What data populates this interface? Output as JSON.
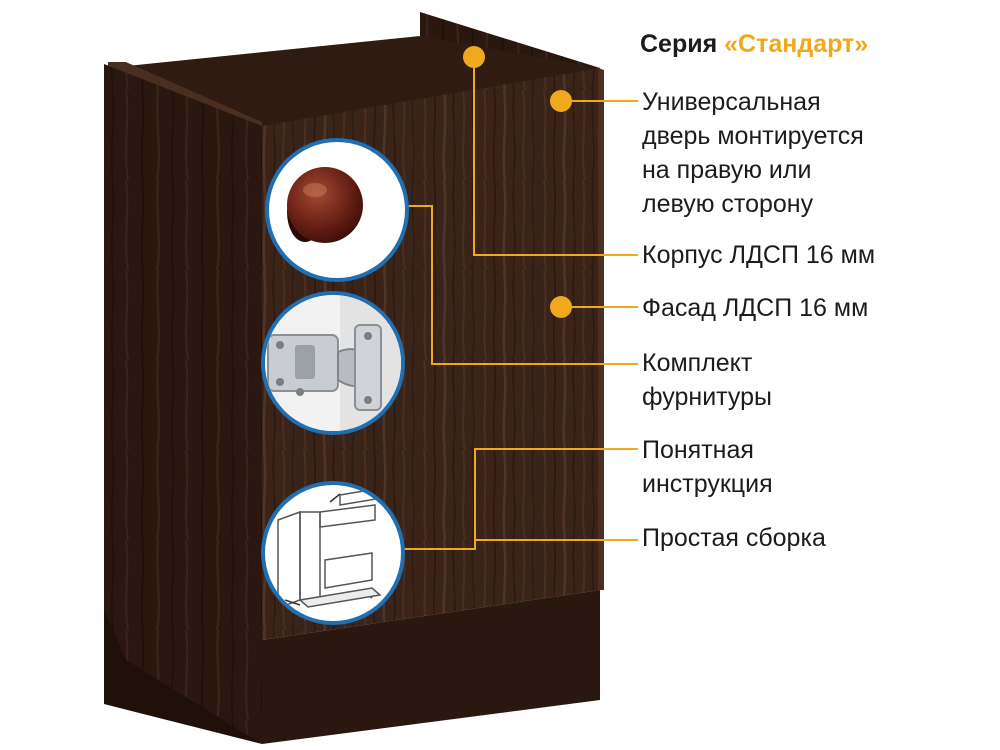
{
  "header": {
    "series_prefix": "Серия",
    "series_name": "«Стандарт»"
  },
  "features": {
    "universal_door": "Универсальная\nдверь монтируется\nна правую или\nлевую сторону",
    "body_material": "Корпус ЛДСП 16 мм",
    "facade_material": "Фасад ЛДСП 16 мм",
    "hardware_kit": "Комплект\nфурнитуры",
    "clear_instructions": "Понятная\nинструкция",
    "easy_assembly": "Простая сборка"
  },
  "colors": {
    "accent": "#f0a81c",
    "circle_ring": "#1f6fb2",
    "wood": "#3b2418"
  }
}
